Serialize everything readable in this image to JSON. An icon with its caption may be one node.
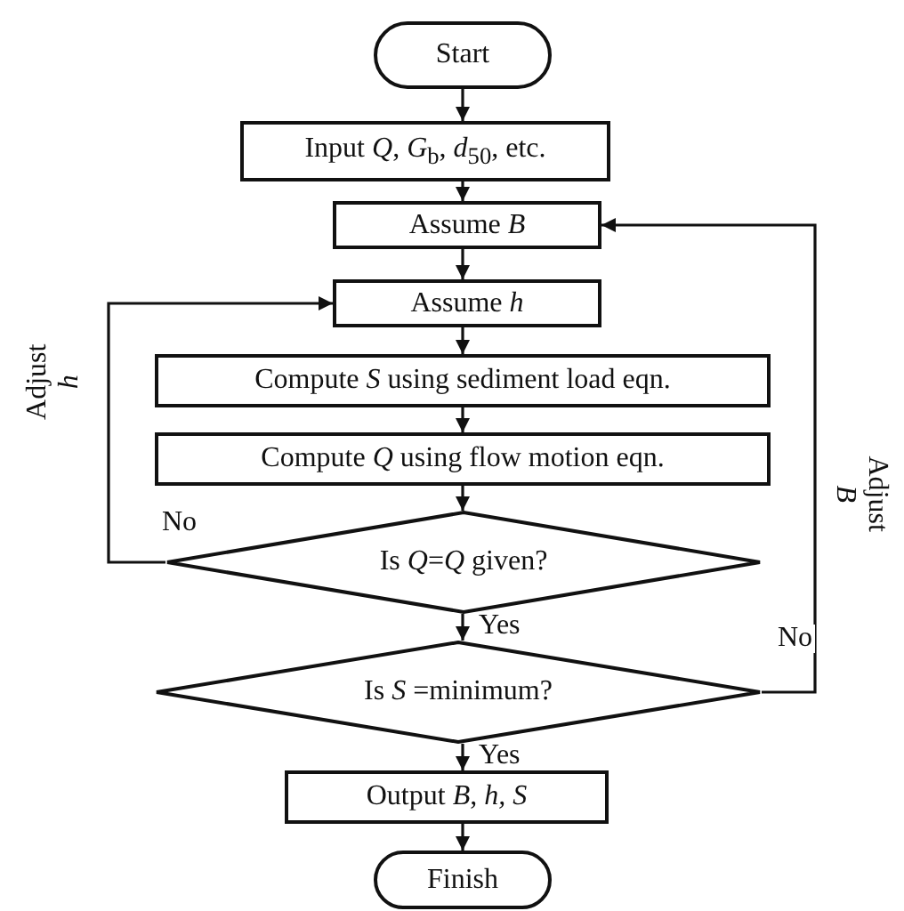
{
  "diagram": {
    "nodes": [
      {
        "text": [
          "Start"
        ]
      },
      {
        "text": [
          "Input *Q*, *G*$_{b}$, *d*$_{50}$, etc."
        ]
      },
      {
        "text": [
          "Assume *B*"
        ]
      },
      {
        "text": [
          "Assume *h*"
        ]
      },
      {
        "text": [
          "Compute *S* using sediment load eqn."
        ]
      },
      {
        "text": [
          "Compute *Q* using flow motion eqn."
        ]
      },
      {
        "text": [
          "Is *Q*=*Q* given?"
        ]
      },
      {
        "text": [
          "Is *S* =minimum?"
        ]
      },
      {
        "text": [
          "Output *B*, *h,* *S*"
        ]
      },
      {
        "text": [
          "Finish"
        ]
      }
    ],
    "edges": [
      {
        "from": 0,
        "to": 1,
        "arrow": "to"
      },
      {
        "from": 1,
        "to": 2,
        "arrow": "to"
      },
      {
        "from": 2,
        "to": 3,
        "arrow": "to"
      },
      {
        "from": 3,
        "to": 4,
        "arrow": "to"
      },
      {
        "from": 4,
        "to": 5,
        "arrow": "to"
      },
      {
        "from": 5,
        "to": 6,
        "arrow": "to"
      },
      {
        "from": 6,
        "to": 7,
        "label": "Yes",
        "arrow": "to"
      },
      {
        "from": 6,
        "to": 3,
        "label": "No",
        "arrow": "to"
      },
      {
        "from": 7,
        "to": 8,
        "label": "Yes",
        "arrow": "to"
      },
      {
        "from": 7,
        "to": 2,
        "label": "No",
        "arrow": "to"
      },
      {
        "from": 8,
        "to": 9,
        "arrow": "to"
      }
    ],
    "labels": [
      "Adjust *h*",
      "Adjust *B*"
    ]
  }
}
